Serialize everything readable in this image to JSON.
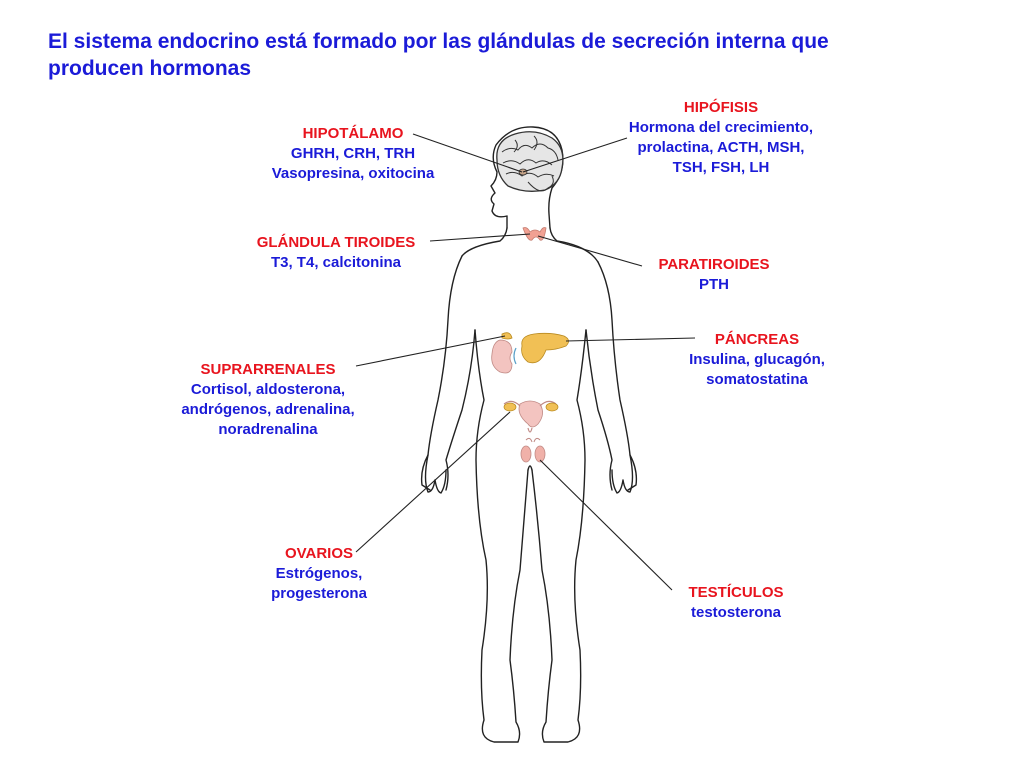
{
  "title": "El sistema endocrino está formado por las glándulas de secreción interna que producen hormonas",
  "colors": {
    "gland_name": "#e8141e",
    "hormones": "#1b1bd8",
    "title": "#1b1bd8"
  },
  "glands": [
    {
      "key": "hipotalamo",
      "name": "HIPOTÁLAMO",
      "hormones": [
        "GHRH, CRH, TRH",
        "Vasopresina, oxitocina"
      ]
    },
    {
      "key": "hipofisis",
      "name": "HIPÓFISIS",
      "hormones": [
        "Hormona del crecimiento,",
        "prolactina, ACTH, MSH,",
        "TSH, FSH, LH"
      ]
    },
    {
      "key": "tiroides",
      "name": "GLÁNDULA TIROIDES",
      "hormones": [
        "T3, T4, calcitonina"
      ]
    },
    {
      "key": "paratiroides",
      "name": "PARATIROIDES",
      "hormones": [
        "PTH"
      ]
    },
    {
      "key": "pancreas",
      "name": "PÁNCREAS",
      "hormones": [
        "Insulina, glucagón,",
        "somatostatina"
      ]
    },
    {
      "key": "suprarrenales",
      "name": "SUPRARRENALES",
      "hormones": [
        "Cortisol, aldosterona,",
        "andrógenos, adrenalina,",
        "noradrenalina"
      ]
    },
    {
      "key": "ovarios",
      "name": "OVARIOS",
      "hormones": [
        "Estrógenos,",
        "progesterona"
      ]
    },
    {
      "key": "testiculos",
      "name": "TESTÍCULOS",
      "hormones": [
        "testosterona"
      ]
    }
  ]
}
